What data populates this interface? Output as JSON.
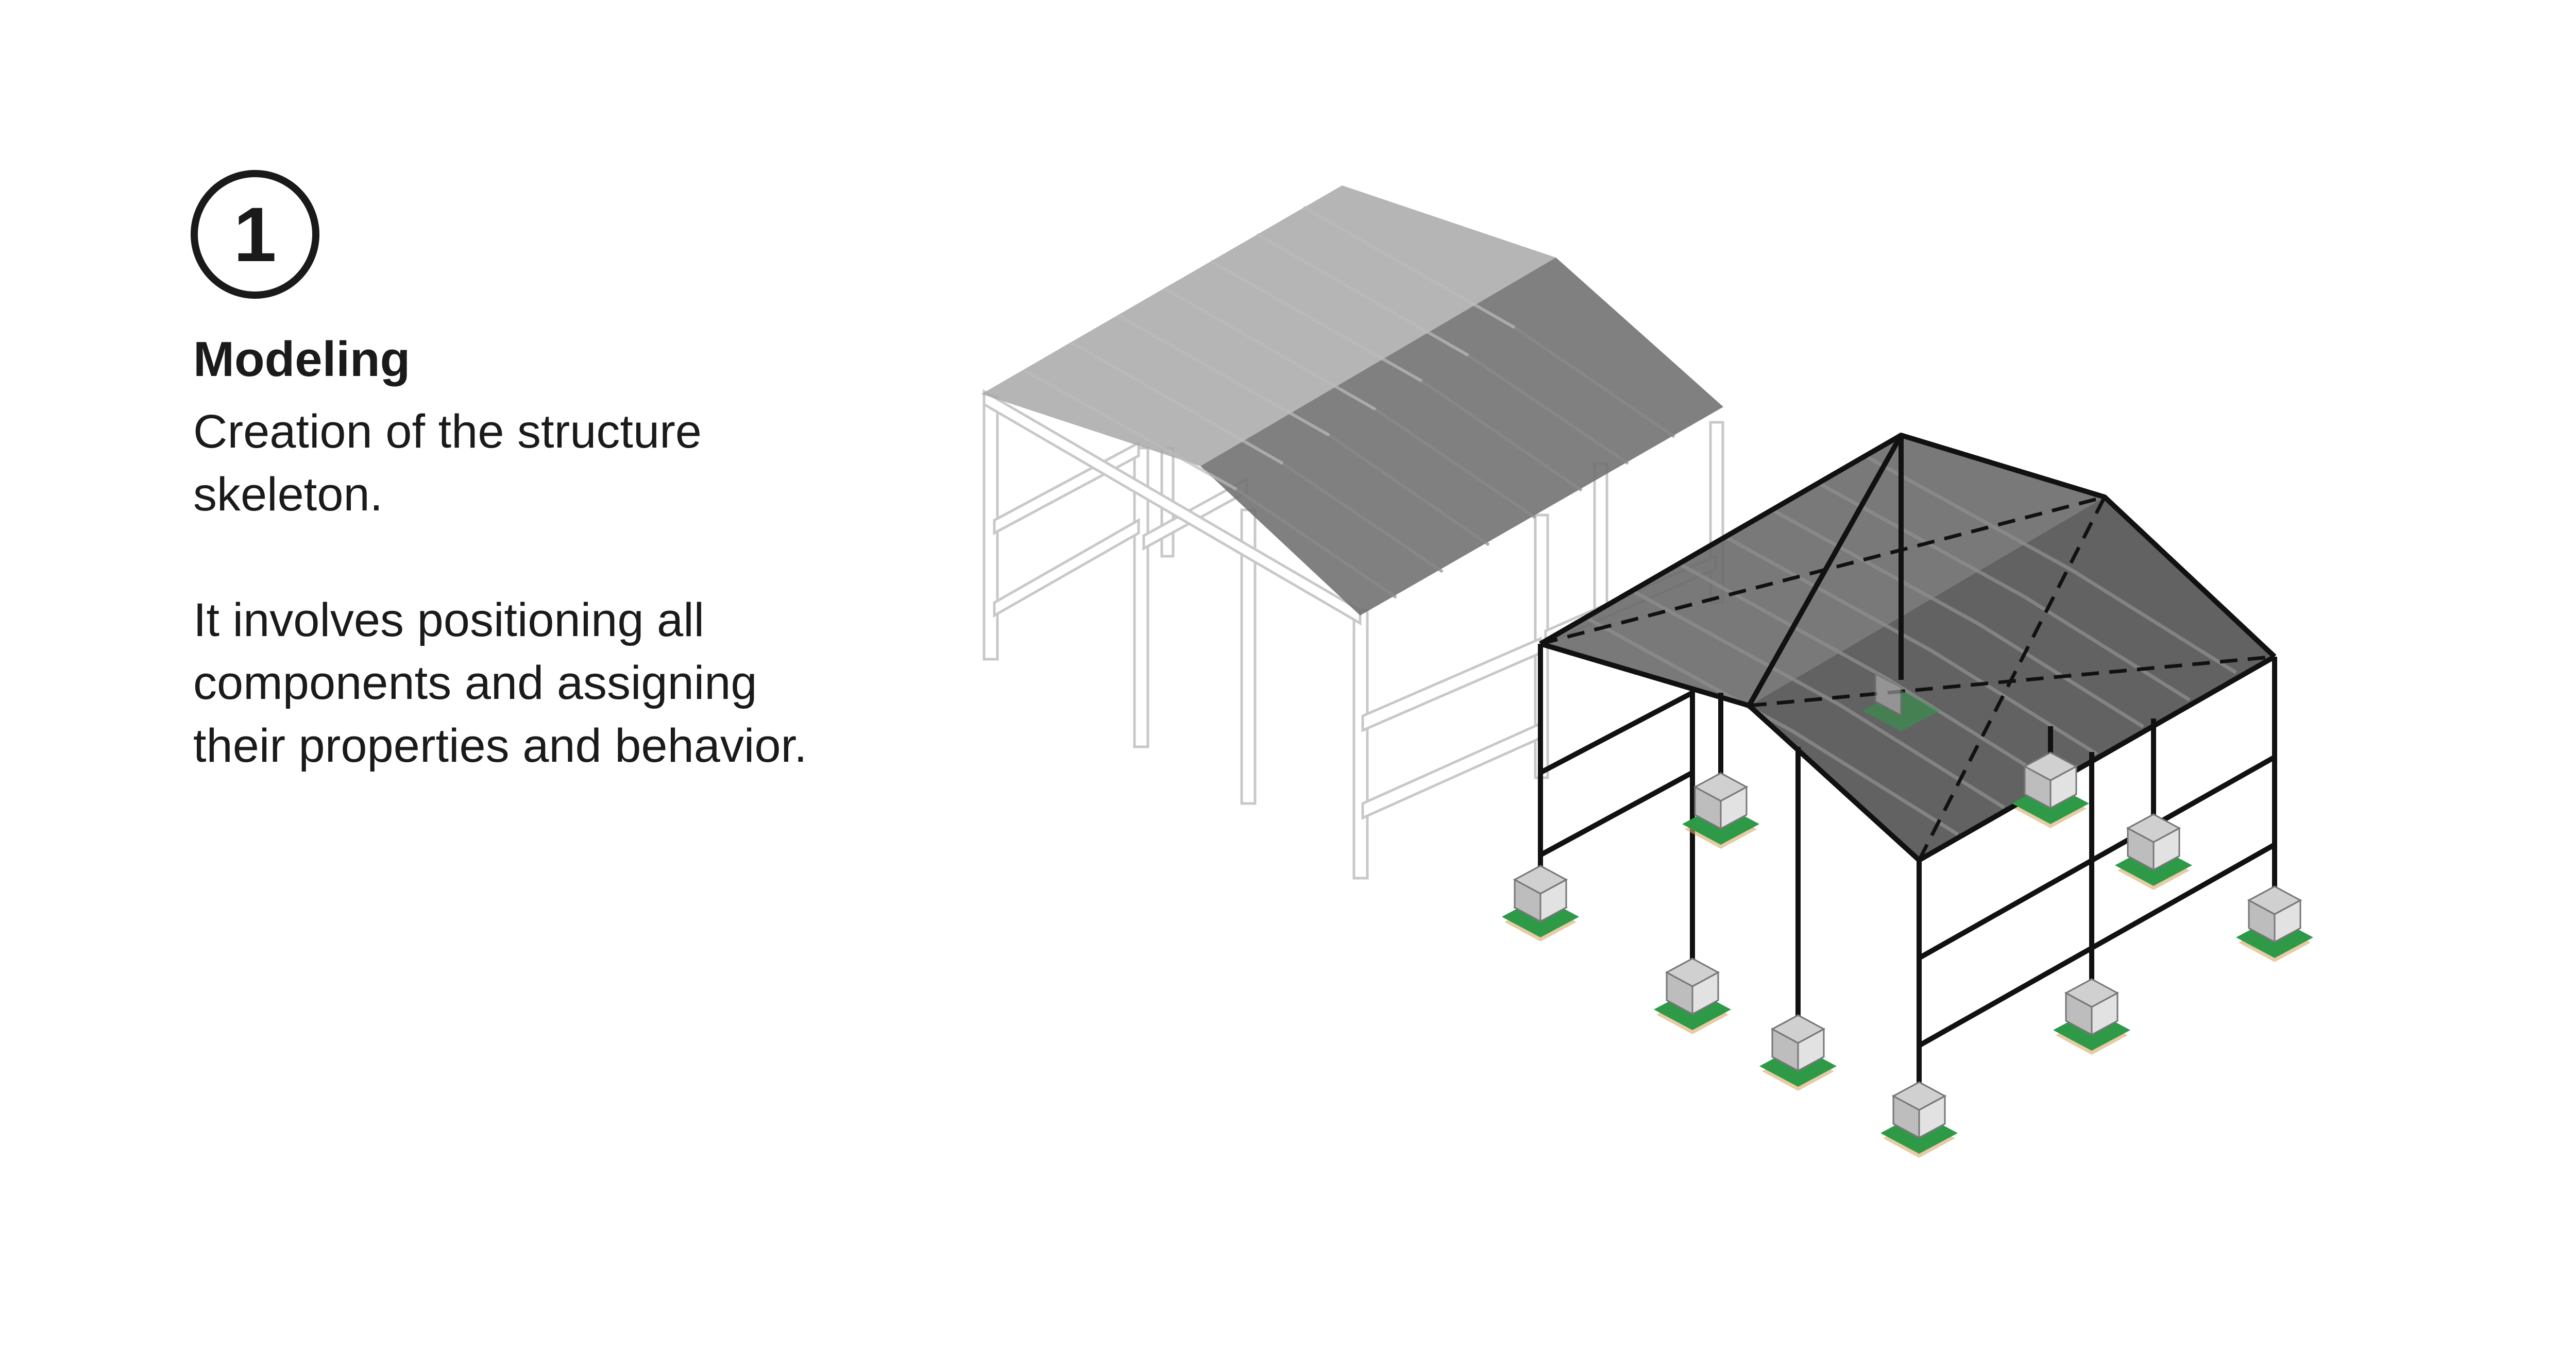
{
  "step": {
    "number": "1"
  },
  "heading": "Modeling",
  "paragraphs": [
    "Creation of the structure skeleton.",
    "It involves positioning all components and assigning their properties and behavior."
  ],
  "colors": {
    "text": "#1a1a1a",
    "ghost_frame": "#dcdcdc",
    "ghost_roof": "#9a9a9a",
    "frame_lines": "#111111",
    "roof": "#5a5a5a",
    "support_plate": "#2e9a48",
    "support_base": "#c89a5a",
    "support_block": "#d6d6d6"
  },
  "icons": [
    "number-badge-icon",
    "ghost-structure-icon",
    "skeleton-structure-icon",
    "support-icon"
  ]
}
